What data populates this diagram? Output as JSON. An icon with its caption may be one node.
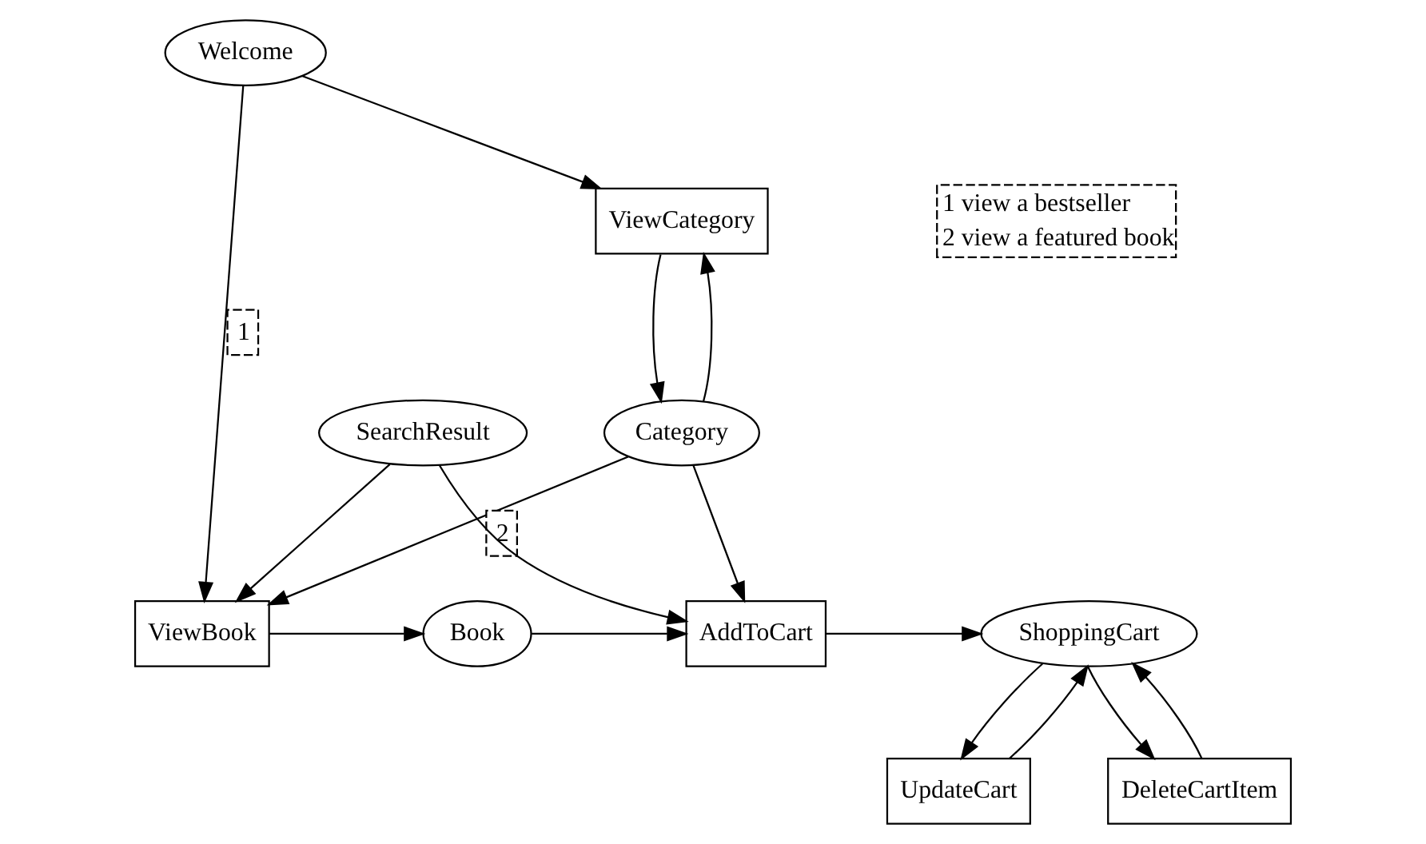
{
  "diagram": {
    "nodes": [
      {
        "text": [
          "Welcome"
        ]
      },
      {
        "text": [
          "ViewCategory"
        ]
      },
      {
        "text": [
          "Category"
        ]
      },
      {
        "text": [
          "ViewBook"
        ]
      },
      {
        "text": [
          "Book"
        ]
      },
      {
        "text": [
          "AddToCart"
        ]
      },
      {
        "text": [
          "ShoppingCart"
        ]
      },
      {
        "text": [
          "UpdateCart"
        ]
      },
      {
        "text": [
          "DeleteCartItem"
        ]
      },
      {
        "text": [
          "SearchResult"
        ]
      }
    ],
    "edges": [
      {
        "from": 0,
        "to": 1,
        "arrow": "to"
      },
      {
        "from": 0,
        "to": 3,
        "arrow": "to",
        "label": "1"
      },
      {
        "from": 1,
        "to": 2,
        "arrow": "to"
      },
      {
        "from": 2,
        "to": 1,
        "arrow": "to"
      },
      {
        "from": 2,
        "to": 3,
        "arrow": "to",
        "label": "2"
      },
      {
        "from": 2,
        "to": 5,
        "arrow": "to"
      },
      {
        "from": 3,
        "to": 4,
        "arrow": "to"
      },
      {
        "from": 4,
        "to": 5,
        "arrow": "to"
      },
      {
        "from": 5,
        "to": 6,
        "arrow": "to"
      },
      {
        "from": 7,
        "to": 6,
        "arrow": "to"
      },
      {
        "from": 6,
        "to": 7,
        "arrow": "to"
      },
      {
        "from": 6,
        "to": 8,
        "arrow": "to"
      },
      {
        "from": 8,
        "to": 6,
        "arrow": "to"
      },
      {
        "from": 9,
        "to": 3,
        "arrow": "to"
      },
      {
        "from": 9,
        "to": 5,
        "arrow": "to"
      }
    ],
    "labels": [
      "1 view a bestseller",
      "2 view a featured book"
    ]
  }
}
